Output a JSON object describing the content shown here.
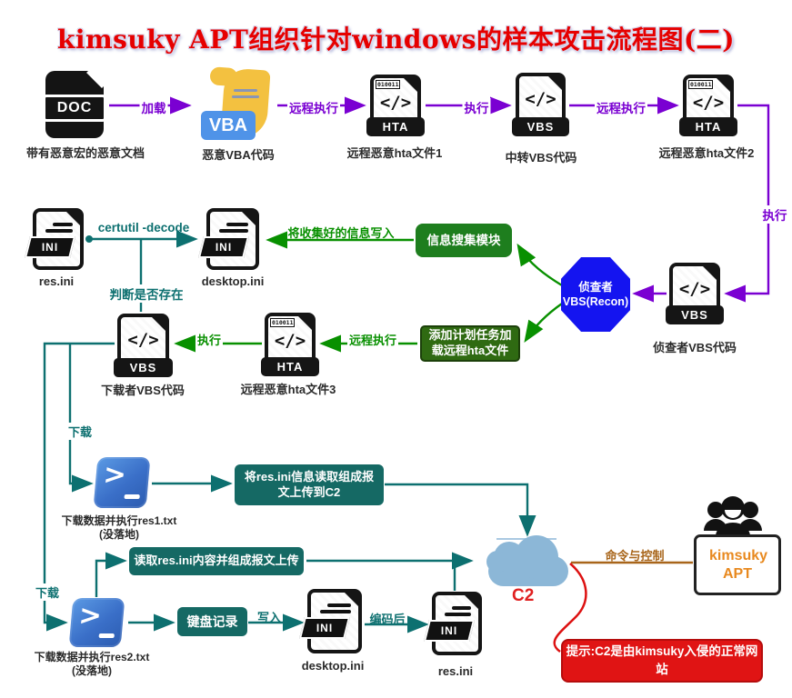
{
  "title": "kimsuky APT组织针对windows的样本攻击流程图(二)",
  "colors": {
    "purple": "#7a00d2",
    "green": "#089000",
    "teal": "#0d7070",
    "teal_box": "#156964",
    "green_box": "#1e7e1e",
    "olive_box": "#2f6a12",
    "octagon_blue": "#1414f0",
    "cloud_blue": "#8cb7d7",
    "brown": "#a8651a",
    "apt_orange": "#e8891f",
    "alert_red": "#e01414",
    "title_red": "#e60000"
  },
  "nodes": {
    "doc": {
      "badge": "DOC",
      "label": "带有恶意宏的恶意文档"
    },
    "vba": {
      "badge": "VBA",
      "label": "恶意VBA代码"
    },
    "hta1": {
      "bits": "010011",
      "code": "</>",
      "badge": "HTA",
      "label": "远程恶意hta文件1"
    },
    "vbs_relay": {
      "code": "</>",
      "badge": "VBS",
      "label": "中转VBS代码"
    },
    "hta2": {
      "bits": "010011",
      "code": "</>",
      "badge": "HTA",
      "label": "远程恶意hta文件2"
    },
    "vbs_recon": {
      "code": "</>",
      "badge": "VBS",
      "label": "侦查者VBS代码"
    },
    "recon_octagon": {
      "label": "侦查者\nVBS(Recon)"
    },
    "info_box": {
      "label": "信息搜集模块"
    },
    "task_box": {
      "label": "添加计划任务加\n载远程hta文件"
    },
    "res_ini_top": {
      "badge": "INI",
      "label": "res.ini"
    },
    "desktop_ini_top": {
      "badge": "INI",
      "label": "desktop.ini"
    },
    "vbs_downloader": {
      "code": "</>",
      "badge": "VBS",
      "label": "下载者VBS代码"
    },
    "hta3": {
      "bits": "010011",
      "code": "</>",
      "badge": "HTA",
      "label": "远程恶意hta文件3"
    },
    "ps1": {
      "label": "下载数据并执行res1.txt\n(没落地)"
    },
    "ps2": {
      "label": "下载数据并执行res2.txt\n(没落地)"
    },
    "upload1_box": {
      "label": "将res.ini信息读取组成报\n文上传到C2"
    },
    "upload2_box": {
      "label": "读取res.ini内容并组成报文上传"
    },
    "keylog_box": {
      "label": "键盘记录"
    },
    "desktop_ini_bottom": {
      "badge": "INI",
      "label": "desktop.ini"
    },
    "res_ini_bottom": {
      "badge": "INI",
      "label": "res.ini"
    },
    "c2": {
      "label": "C2"
    },
    "apt": {
      "label": "kimsuky APT"
    },
    "note": {
      "label": "提示:C2是由kimsuky入侵的正常网\n站"
    }
  },
  "edges": {
    "load": "加载",
    "remote_exec_1": "远程执行",
    "exec_1": "执行",
    "remote_exec_2": "远程执行",
    "exec_2": "执行",
    "certutil": "certutil -decode",
    "check_exist": "判断是否存在",
    "write_info": "将收集好的信息写入",
    "exec_3": "执行",
    "remote_exec_3": "远程执行",
    "download_1": "下载",
    "download_2": "下载",
    "write_in": "写入",
    "encoded": "编码后",
    "cnc": "命令与控制"
  }
}
